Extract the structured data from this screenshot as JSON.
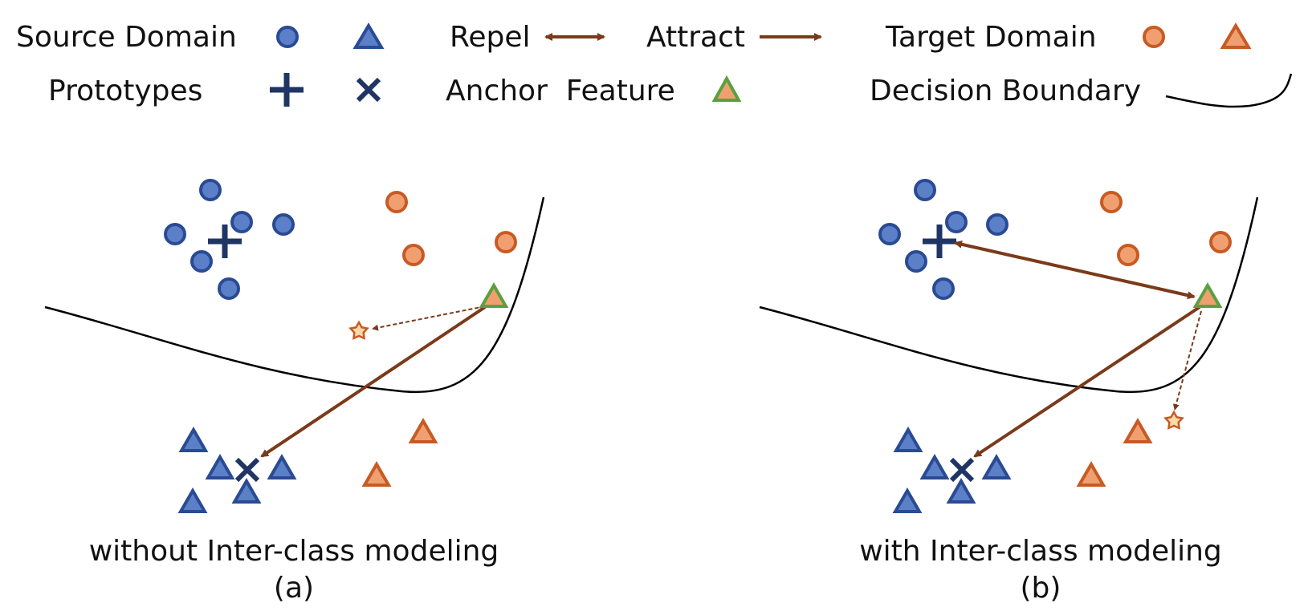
{
  "legend": {
    "source_domain": "Source Domain",
    "repel": "Repel",
    "attract": "Attract",
    "target_domain": "Target Domain",
    "prototypes": "Prototypes",
    "anchor_feature": "Anchor  Feature",
    "decision_boundary": "Decision Boundary"
  },
  "panels": {
    "a": {
      "title": "without Inter-class modeling",
      "label": "(a)"
    },
    "b": {
      "title": "with Inter-class modeling",
      "label": "(b)"
    }
  },
  "colors": {
    "source_fill": "#5b80c8",
    "source_stroke": "#2a4a94",
    "target_fill": "#f0a070",
    "target_stroke": "#c85a24",
    "prototype": "#1f3564",
    "anchor_stroke": "#5aa040",
    "arrow": "#7b3a1a",
    "boundary": "#000000",
    "star_fill": "#fbd9a8",
    "star_stroke": "#c85a24"
  },
  "icons": [
    "source-circle-icon",
    "source-triangle-icon",
    "target-circle-icon",
    "target-triangle-icon",
    "prototype-plus-icon",
    "prototype-cross-icon",
    "anchor-triangle-icon",
    "star-icon"
  ]
}
